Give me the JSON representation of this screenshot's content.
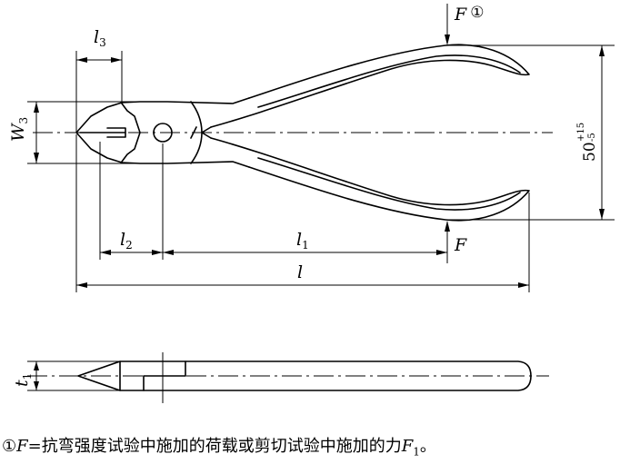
{
  "labels": {
    "l3": {
      "main": "l",
      "sub": "3"
    },
    "w3": {
      "main": "W",
      "sub": "3"
    },
    "l2": {
      "main": "l",
      "sub": "2"
    },
    "l1": {
      "main": "l",
      "sub": "1"
    },
    "l": "l",
    "t1": {
      "main": "t",
      "sub": "1"
    },
    "f_top": "F",
    "f_top_note": "①",
    "f_bottom": "F",
    "dim_50": {
      "value": "50",
      "upper": "+15",
      "lower": "-5"
    }
  },
  "footnote": {
    "marker": "①",
    "symbol": "F",
    "text": "=抗弯强度试验中施加的荷载或剪切试验中施加的力",
    "force_symbol": "F",
    "force_sub": "1",
    "end": "。"
  }
}
